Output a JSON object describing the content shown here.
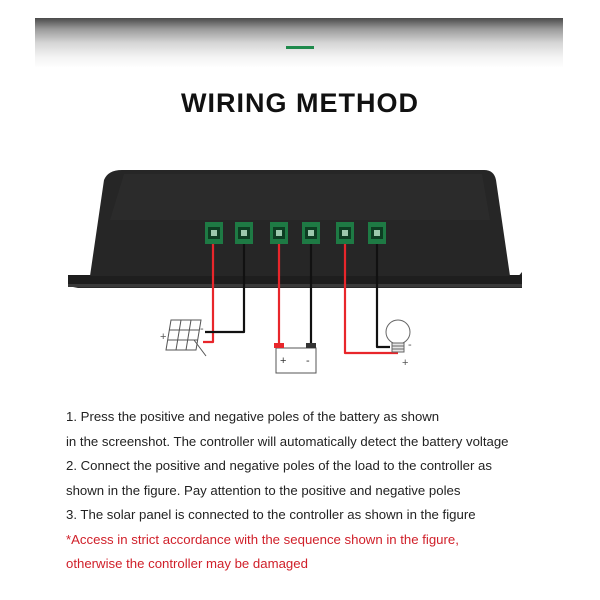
{
  "title": "WIRING METHOD",
  "diagram": {
    "solar_plus": "+",
    "solar_minus": "-",
    "battery_plus": "+",
    "battery_minus": "-",
    "load_minus": "-",
    "load_plus": "+"
  },
  "instructions": {
    "lines": [
      "1. Press the positive and negative poles of the battery as shown",
      "in the screenshot. The controller will automatically detect the battery voltage",
      "2. Connect the positive and negative poles of the load to the controller as",
      "shown in the figure. Pay attention to the positive and negative poles",
      "3. The solar panel is connected to the controller as shown in the figure"
    ],
    "warning_lines": [
      "*Access in strict accordance with the sequence shown in the figure,",
      "otherwise the controller may be damaged"
    ]
  },
  "colors": {
    "accent": "#1f8a4c",
    "warning": "#d0202a",
    "wire_positive": "#e8262b",
    "wire_negative": "#111111",
    "terminal": "#1e7a44"
  }
}
